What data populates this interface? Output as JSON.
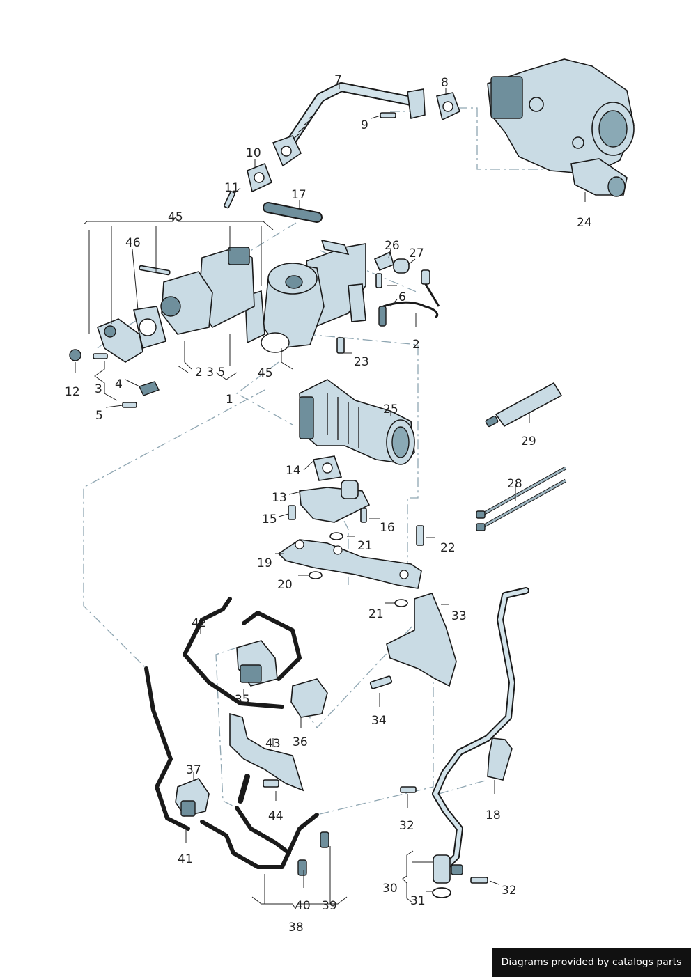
{
  "labels": {
    "l1": "1",
    "l2": "2",
    "l3": "3",
    "l4": "4",
    "l5": "5",
    "l6": "6",
    "l7": "7",
    "l8": "8",
    "l9": "9",
    "l10": "10",
    "l11": "11",
    "l12": "12",
    "l13": "13",
    "l14": "14",
    "l15": "15",
    "l16": "16",
    "l17": "17",
    "l18": "18",
    "l19": "19",
    "l20": "20",
    "l21a": "21",
    "l21b": "21",
    "l22": "22",
    "l23": "23",
    "l24": "24",
    "l25": "25",
    "l26": "26",
    "l27": "27",
    "l28": "28",
    "l29": "29",
    "l30": "30",
    "l31": "31",
    "l32a": "32",
    "l32b": "32",
    "l33": "33",
    "l34": "34",
    "l35": "35",
    "l36": "36",
    "l37": "37",
    "l38": "38",
    "l39": "39",
    "l40": "40",
    "l41": "41",
    "l42": "42",
    "l43": "43",
    "l44": "44",
    "l45a": "45",
    "l45b": "45",
    "l46": "46",
    "sub235": "2 3 5"
  },
  "footer": {
    "text": "Diagrams provided by catalogs parts"
  }
}
